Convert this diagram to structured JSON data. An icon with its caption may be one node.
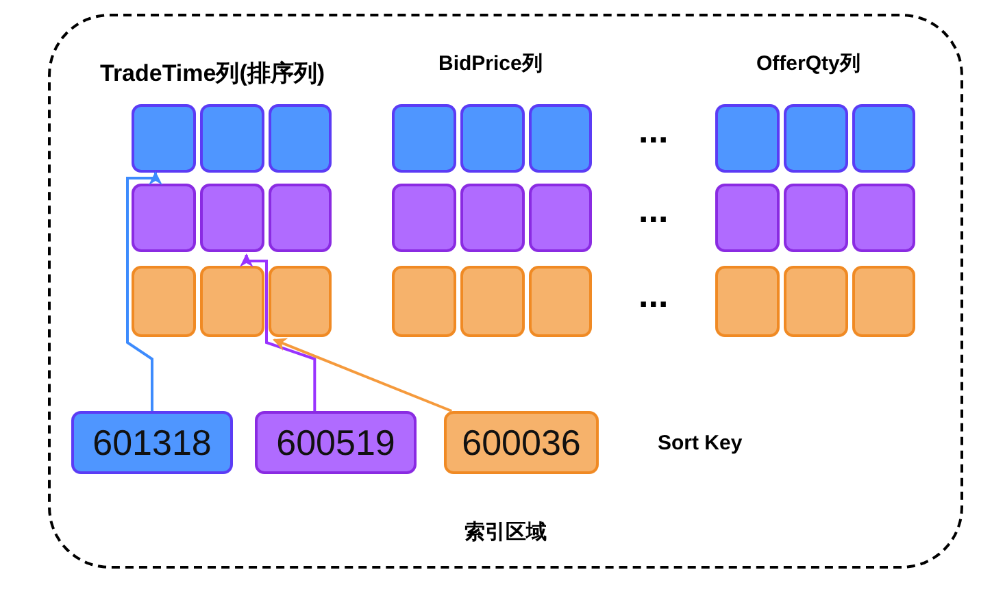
{
  "diagram": {
    "nodes": [
      {
        "text": [
          "索引区域"
        ]
      },
      {
        "text": [],
        "shape": "box",
        "in": 0
      },
      {
        "text": [],
        "shape": "box",
        "in": 0
      },
      {
        "text": [],
        "shape": "box",
        "in": 0
      },
      {
        "text": [],
        "shape": "box",
        "in": 0
      },
      {
        "text": [],
        "shape": "box",
        "in": 0
      },
      {
        "text": [],
        "shape": "box",
        "in": 0
      },
      {
        "text": [],
        "shape": "box",
        "in": 0
      },
      {
        "text": [],
        "shape": "box",
        "in": 0
      },
      {
        "text": [],
        "shape": "box",
        "in": 0
      },
      {
        "text": [],
        "shape": "box",
        "in": 0
      },
      {
        "text": [],
        "shape": "box",
        "in": 0
      },
      {
        "text": [],
        "shape": "box",
        "in": 0
      },
      {
        "text": [],
        "shape": "box",
        "in": 0
      },
      {
        "text": [],
        "shape": "box",
        "in": 0
      },
      {
        "text": [],
        "shape": "box",
        "in": 0
      },
      {
        "text": [],
        "shape": "box",
        "in": 0
      },
      {
        "text": [],
        "shape": "box",
        "in": 0
      },
      {
        "text": [],
        "shape": "box",
        "in": 0
      },
      {
        "text": [],
        "shape": "box",
        "in": 0
      },
      {
        "text": [],
        "shape": "box",
        "in": 0
      },
      {
        "text": [],
        "shape": "box",
        "in": 0
      },
      {
        "text": [],
        "shape": "box",
        "in": 0
      },
      {
        "text": [],
        "shape": "box",
        "in": 0
      },
      {
        "text": [],
        "shape": "box",
        "in": 0
      },
      {
        "text": [],
        "shape": "box",
        "in": 0
      },
      {
        "text": [],
        "shape": "box",
        "in": 0
      },
      {
        "text": [],
        "shape": "box",
        "in": 0
      },
      {
        "text": [
          "601318"
        ],
        "in": 0
      },
      {
        "text": [
          "600519"
        ],
        "in": 0
      },
      {
        "text": [
          "600036"
        ],
        "in": 0
      }
    ],
    "edges": [
      {
        "from": 28,
        "to": 1,
        "arrow": "to",
        "color": "#3d8bfd"
      },
      {
        "from": 29,
        "to": 11,
        "arrow": "to",
        "color": "#9933ff"
      },
      {
        "from": 30,
        "to": 21,
        "arrow": "to",
        "color": "#f59a3c"
      }
    ],
    "labels": [
      "TradeTime列(排序列)",
      "BidPrice列",
      "OfferQty列",
      "...",
      "...",
      "...",
      "Sort Key"
    ]
  }
}
